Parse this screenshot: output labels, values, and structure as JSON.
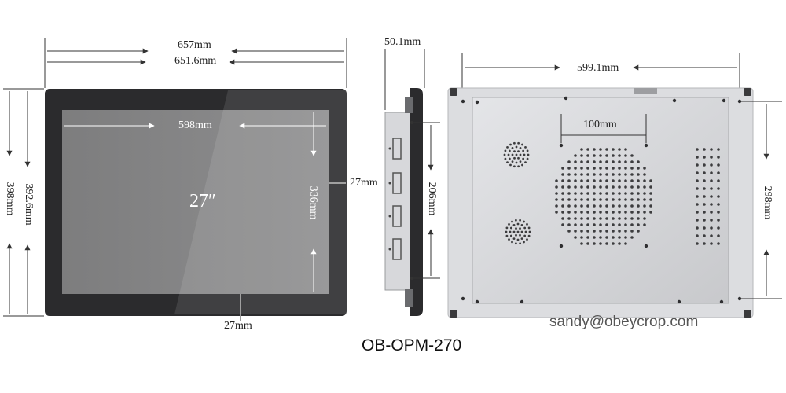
{
  "model": "OB-OPM-270",
  "email": "sandy@obeycrop.com",
  "front": {
    "outer_width": "657mm",
    "inner_width": "651.6mm",
    "screen_width": "598mm",
    "outer_height": "398mm",
    "inner_height": "392.6mm",
    "screen_height": "336mm",
    "bezel_side": "27mm",
    "bezel_bottom": "27mm",
    "screen_size": "27″"
  },
  "side": {
    "depth": "50.1mm",
    "mount_height": "206mm"
  },
  "back": {
    "mount_width": "599.1mm",
    "vesa": "100mm",
    "mount_height": "298mm"
  },
  "colors": {
    "bezel": "#2b2b2d",
    "screen": "#858585",
    "metal": "#d4d5d8",
    "dim_line": "#333333"
  }
}
